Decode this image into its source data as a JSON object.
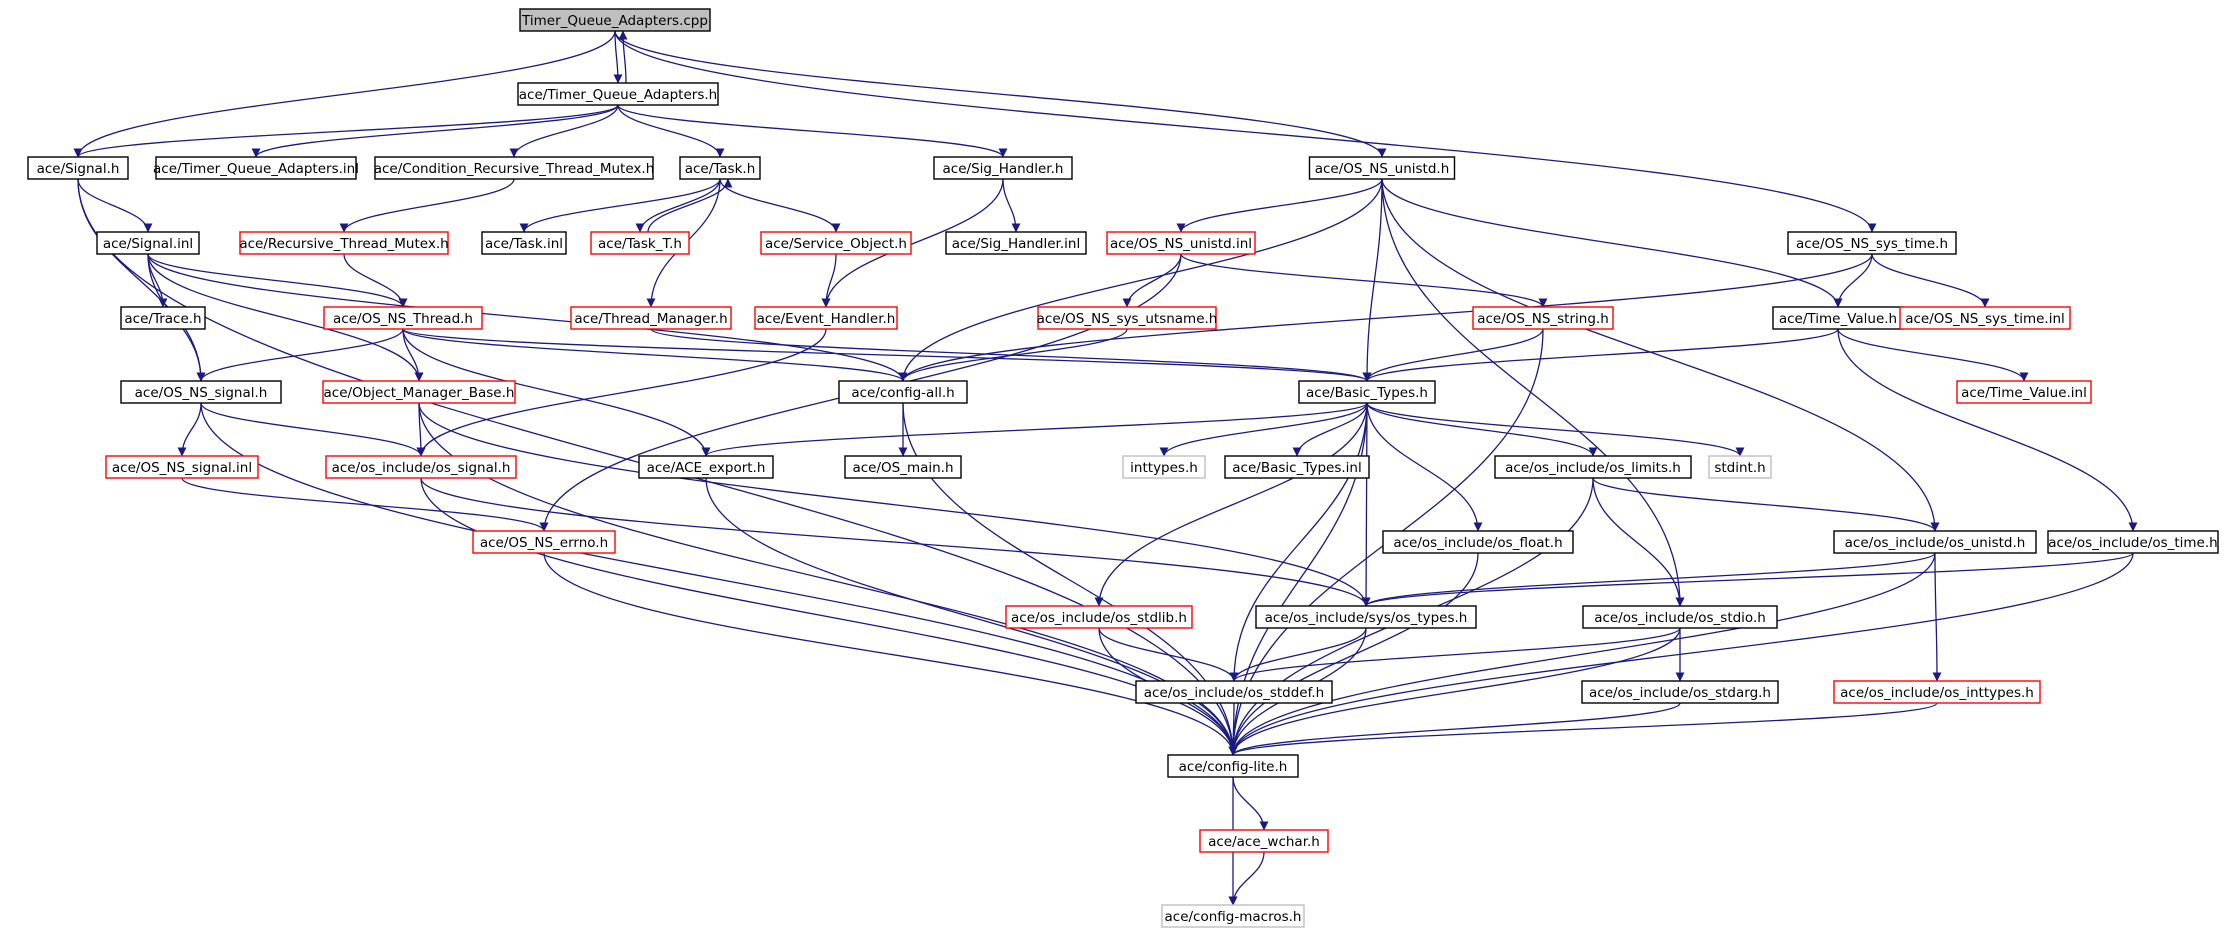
{
  "colors": {
    "edge": "#1a1a80",
    "border_normal": "#000000",
    "border_truncated": "#ff0000",
    "border_external": "#bfbfbf",
    "root_fill": "#bfbfbf",
    "node_fill": "#ffffff"
  },
  "nodes": [
    {
      "id": "root",
      "label": "Timer_Queue_Adapters.cpp",
      "kind": "root"
    },
    {
      "id": "tqa_h",
      "label": "ace/Timer_Queue_Adapters.h",
      "kind": "normal"
    },
    {
      "id": "signal_h",
      "label": "ace/Signal.h",
      "kind": "normal"
    },
    {
      "id": "tqa_inl",
      "label": "ace/Timer_Queue_Adapters.inl",
      "kind": "normal"
    },
    {
      "id": "crtm_h",
      "label": "ace/Condition_Recursive_Thread_Mutex.h",
      "kind": "normal"
    },
    {
      "id": "task_h",
      "label": "ace/Task.h",
      "kind": "normal"
    },
    {
      "id": "sighandler_h",
      "label": "ace/Sig_Handler.h",
      "kind": "normal"
    },
    {
      "id": "osnsunistd_h",
      "label": "ace/OS_NS_unistd.h",
      "kind": "normal"
    },
    {
      "id": "signal_inl",
      "label": "ace/Signal.inl",
      "kind": "normal"
    },
    {
      "id": "rtm_h",
      "label": "ace/Recursive_Thread_Mutex.h",
      "kind": "truncated"
    },
    {
      "id": "task_inl",
      "label": "ace/Task.inl",
      "kind": "normal"
    },
    {
      "id": "task_t_h",
      "label": "ace/Task_T.h",
      "kind": "truncated"
    },
    {
      "id": "svcobj_h",
      "label": "ace/Service_Object.h",
      "kind": "truncated"
    },
    {
      "id": "sighandler_inl",
      "label": "ace/Sig_Handler.inl",
      "kind": "normal"
    },
    {
      "id": "osnsunistd_inl",
      "label": "ace/OS_NS_unistd.inl",
      "kind": "truncated"
    },
    {
      "id": "osnssystime_h",
      "label": "ace/OS_NS_sys_time.h",
      "kind": "normal"
    },
    {
      "id": "trace_h",
      "label": "ace/Trace.h",
      "kind": "normal"
    },
    {
      "id": "osnsthread_h",
      "label": "ace/OS_NS_Thread.h",
      "kind": "truncated"
    },
    {
      "id": "threadmgr_h",
      "label": "ace/Thread_Manager.h",
      "kind": "truncated"
    },
    {
      "id": "evhandler_h",
      "label": "ace/Event_Handler.h",
      "kind": "truncated"
    },
    {
      "id": "osnssysutsname_h",
      "label": "ace/OS_NS_sys_utsname.h",
      "kind": "truncated"
    },
    {
      "id": "osnsstring_h",
      "label": "ace/OS_NS_string.h",
      "kind": "truncated"
    },
    {
      "id": "timevalue_h",
      "label": "ace/Time_Value.h",
      "kind": "normal"
    },
    {
      "id": "osnssystime_inl",
      "label": "ace/OS_NS_sys_time.inl",
      "kind": "truncated"
    },
    {
      "id": "osnssignal_h",
      "label": "ace/OS_NS_signal.h",
      "kind": "normal"
    },
    {
      "id": "objmgrbase_h",
      "label": "ace/Object_Manager_Base.h",
      "kind": "truncated"
    },
    {
      "id": "configall_h",
      "label": "ace/config-all.h",
      "kind": "normal"
    },
    {
      "id": "basictypes_h",
      "label": "ace/Basic_Types.h",
      "kind": "normal"
    },
    {
      "id": "timevalue_inl",
      "label": "ace/Time_Value.inl",
      "kind": "truncated"
    },
    {
      "id": "osnssignal_inl",
      "label": "ace/OS_NS_signal.inl",
      "kind": "truncated"
    },
    {
      "id": "ossignal_h",
      "label": "ace/os_include/os_signal.h",
      "kind": "truncated"
    },
    {
      "id": "aceexport_h",
      "label": "ace/ACE_export.h",
      "kind": "normal"
    },
    {
      "id": "osmain_h",
      "label": "ace/OS_main.h",
      "kind": "normal"
    },
    {
      "id": "inttypes_h",
      "label": "inttypes.h",
      "kind": "external"
    },
    {
      "id": "basictypes_inl",
      "label": "ace/Basic_Types.inl",
      "kind": "normal"
    },
    {
      "id": "oslimits_h",
      "label": "ace/os_include/os_limits.h",
      "kind": "normal"
    },
    {
      "id": "stdint_h",
      "label": "stdint.h",
      "kind": "external"
    },
    {
      "id": "osnserrno_h",
      "label": "ace/OS_NS_errno.h",
      "kind": "truncated"
    },
    {
      "id": "osfloat_h",
      "label": "ace/os_include/os_float.h",
      "kind": "normal"
    },
    {
      "id": "osunistd_h",
      "label": "ace/os_include/os_unistd.h",
      "kind": "normal"
    },
    {
      "id": "ostime_h",
      "label": "ace/os_include/os_time.h",
      "kind": "normal"
    },
    {
      "id": "osstdlib_h",
      "label": "ace/os_include/os_stdlib.h",
      "kind": "truncated"
    },
    {
      "id": "systypes_h",
      "label": "ace/os_include/sys/os_types.h",
      "kind": "normal"
    },
    {
      "id": "osstdio_h",
      "label": "ace/os_include/os_stdio.h",
      "kind": "normal"
    },
    {
      "id": "osstddef_h",
      "label": "ace/os_include/os_stddef.h",
      "kind": "normal"
    },
    {
      "id": "osstdarg_h",
      "label": "ace/os_include/os_stdarg.h",
      "kind": "normal"
    },
    {
      "id": "osinttypes_h",
      "label": "ace/os_include/os_inttypes.h",
      "kind": "truncated"
    },
    {
      "id": "configlite_h",
      "label": "ace/config-lite.h",
      "kind": "normal"
    },
    {
      "id": "acewchar_h",
      "label": "ace/ace_wchar.h",
      "kind": "truncated"
    },
    {
      "id": "configmacros_h",
      "label": "ace/config-macros.h",
      "kind": "external"
    }
  ],
  "edges": [
    [
      "root",
      "tqa_h"
    ],
    [
      "tqa_h",
      "root"
    ],
    [
      "root",
      "signal_h"
    ],
    [
      "root",
      "osnsunistd_h"
    ],
    [
      "root",
      "osnssystime_h"
    ],
    [
      "tqa_h",
      "signal_h"
    ],
    [
      "tqa_h",
      "tqa_inl"
    ],
    [
      "tqa_h",
      "crtm_h"
    ],
    [
      "tqa_h",
      "task_h"
    ],
    [
      "tqa_h",
      "sighandler_h"
    ],
    [
      "signal_h",
      "signal_inl"
    ],
    [
      "signal_h",
      "osnssignal_h"
    ],
    [
      "signal_h",
      "configlite_h"
    ],
    [
      "crtm_h",
      "rtm_h"
    ],
    [
      "task_h",
      "task_inl"
    ],
    [
      "task_h",
      "task_t_h"
    ],
    [
      "task_t_h",
      "task_h"
    ],
    [
      "task_h",
      "svcobj_h"
    ],
    [
      "task_h",
      "threadmgr_h"
    ],
    [
      "sighandler_h",
      "sighandler_inl"
    ],
    [
      "sighandler_h",
      "evhandler_h"
    ],
    [
      "osnsunistd_h",
      "osnsunistd_inl"
    ],
    [
      "osnsunistd_h",
      "configall_h"
    ],
    [
      "osnsunistd_h",
      "basictypes_h"
    ],
    [
      "osnsunistd_h",
      "timevalue_h"
    ],
    [
      "osnsunistd_h",
      "osunistd_h"
    ],
    [
      "osnsunistd_h",
      "osstdio_h"
    ],
    [
      "signal_inl",
      "trace_h"
    ],
    [
      "signal_inl",
      "osnssignal_h"
    ],
    [
      "signal_inl",
      "osnsthread_h"
    ],
    [
      "signal_inl",
      "objmgrbase_h"
    ],
    [
      "signal_inl",
      "configall_h"
    ],
    [
      "rtm_h",
      "osnsthread_h"
    ],
    [
      "svcobj_h",
      "evhandler_h"
    ],
    [
      "threadmgr_h",
      "basictypes_h"
    ],
    [
      "evhandler_h",
      "ossignal_h"
    ],
    [
      "osnsunistd_inl",
      "osnssysutsname_h"
    ],
    [
      "osnsunistd_inl",
      "osnsstring_h"
    ],
    [
      "osnsunistd_inl",
      "osnserrno_h"
    ],
    [
      "osnssystime_h",
      "timevalue_h"
    ],
    [
      "osnssystime_h",
      "osnssystime_inl"
    ],
    [
      "osnssystime_h",
      "configall_h"
    ],
    [
      "osnsthread_h",
      "osnssignal_h"
    ],
    [
      "osnsthread_h",
      "objmgrbase_h"
    ],
    [
      "osnsthread_h",
      "configall_h"
    ],
    [
      "osnsthread_h",
      "basictypes_h"
    ],
    [
      "osnsthread_h",
      "aceexport_h"
    ],
    [
      "osnssysutsname_h",
      "configall_h"
    ],
    [
      "osnsstring_h",
      "basictypes_h"
    ],
    [
      "osnsstring_h",
      "configlite_h"
    ],
    [
      "timevalue_h",
      "basictypes_h"
    ],
    [
      "timevalue_h",
      "timevalue_inl"
    ],
    [
      "timevalue_h",
      "ostime_h"
    ],
    [
      "osnssignal_h",
      "osnssignal_inl"
    ],
    [
      "osnssignal_h",
      "ossignal_h"
    ],
    [
      "osnssignal_h",
      "configlite_h"
    ],
    [
      "objmgrbase_h",
      "ossignal_h"
    ],
    [
      "objmgrbase_h",
      "systypes_h"
    ],
    [
      "objmgrbase_h",
      "configlite_h"
    ],
    [
      "configall_h",
      "osmain_h"
    ],
    [
      "configall_h",
      "configlite_h"
    ],
    [
      "basictypes_h",
      "inttypes_h"
    ],
    [
      "basictypes_h",
      "basictypes_inl"
    ],
    [
      "basictypes_h",
      "oslimits_h"
    ],
    [
      "basictypes_h",
      "stdint_h"
    ],
    [
      "basictypes_h",
      "aceexport_h"
    ],
    [
      "basictypes_h",
      "osfloat_h"
    ],
    [
      "basictypes_h",
      "osstdlib_h"
    ],
    [
      "basictypes_h",
      "systypes_h"
    ],
    [
      "basictypes_h",
      "osstddef_h"
    ],
    [
      "basictypes_h",
      "configlite_h"
    ],
    [
      "osnssignal_inl",
      "osnserrno_h"
    ],
    [
      "ossignal_h",
      "systypes_h"
    ],
    [
      "ossignal_h",
      "configlite_h"
    ],
    [
      "aceexport_h",
      "configlite_h"
    ],
    [
      "oslimits_h",
      "osunistd_h"
    ],
    [
      "oslimits_h",
      "osstdio_h"
    ],
    [
      "oslimits_h",
      "configlite_h"
    ],
    [
      "osnserrno_h",
      "configlite_h"
    ],
    [
      "osfloat_h",
      "configlite_h"
    ],
    [
      "osunistd_h",
      "systypes_h"
    ],
    [
      "osunistd_h",
      "osinttypes_h"
    ],
    [
      "osunistd_h",
      "configlite_h"
    ],
    [
      "ostime_h",
      "systypes_h"
    ],
    [
      "ostime_h",
      "configlite_h"
    ],
    [
      "osstdlib_h",
      "osstddef_h"
    ],
    [
      "osstdlib_h",
      "configlite_h"
    ],
    [
      "systypes_h",
      "osstddef_h"
    ],
    [
      "systypes_h",
      "configlite_h"
    ],
    [
      "osstdio_h",
      "osstddef_h"
    ],
    [
      "osstdio_h",
      "osstdarg_h"
    ],
    [
      "osstdio_h",
      "configlite_h"
    ],
    [
      "osstddef_h",
      "configlite_h"
    ],
    [
      "osstdarg_h",
      "configlite_h"
    ],
    [
      "osinttypes_h",
      "configlite_h"
    ],
    [
      "configlite_h",
      "acewchar_h"
    ],
    [
      "configlite_h",
      "configmacros_h"
    ],
    [
      "acewchar_h",
      "configmacros_h"
    ]
  ]
}
